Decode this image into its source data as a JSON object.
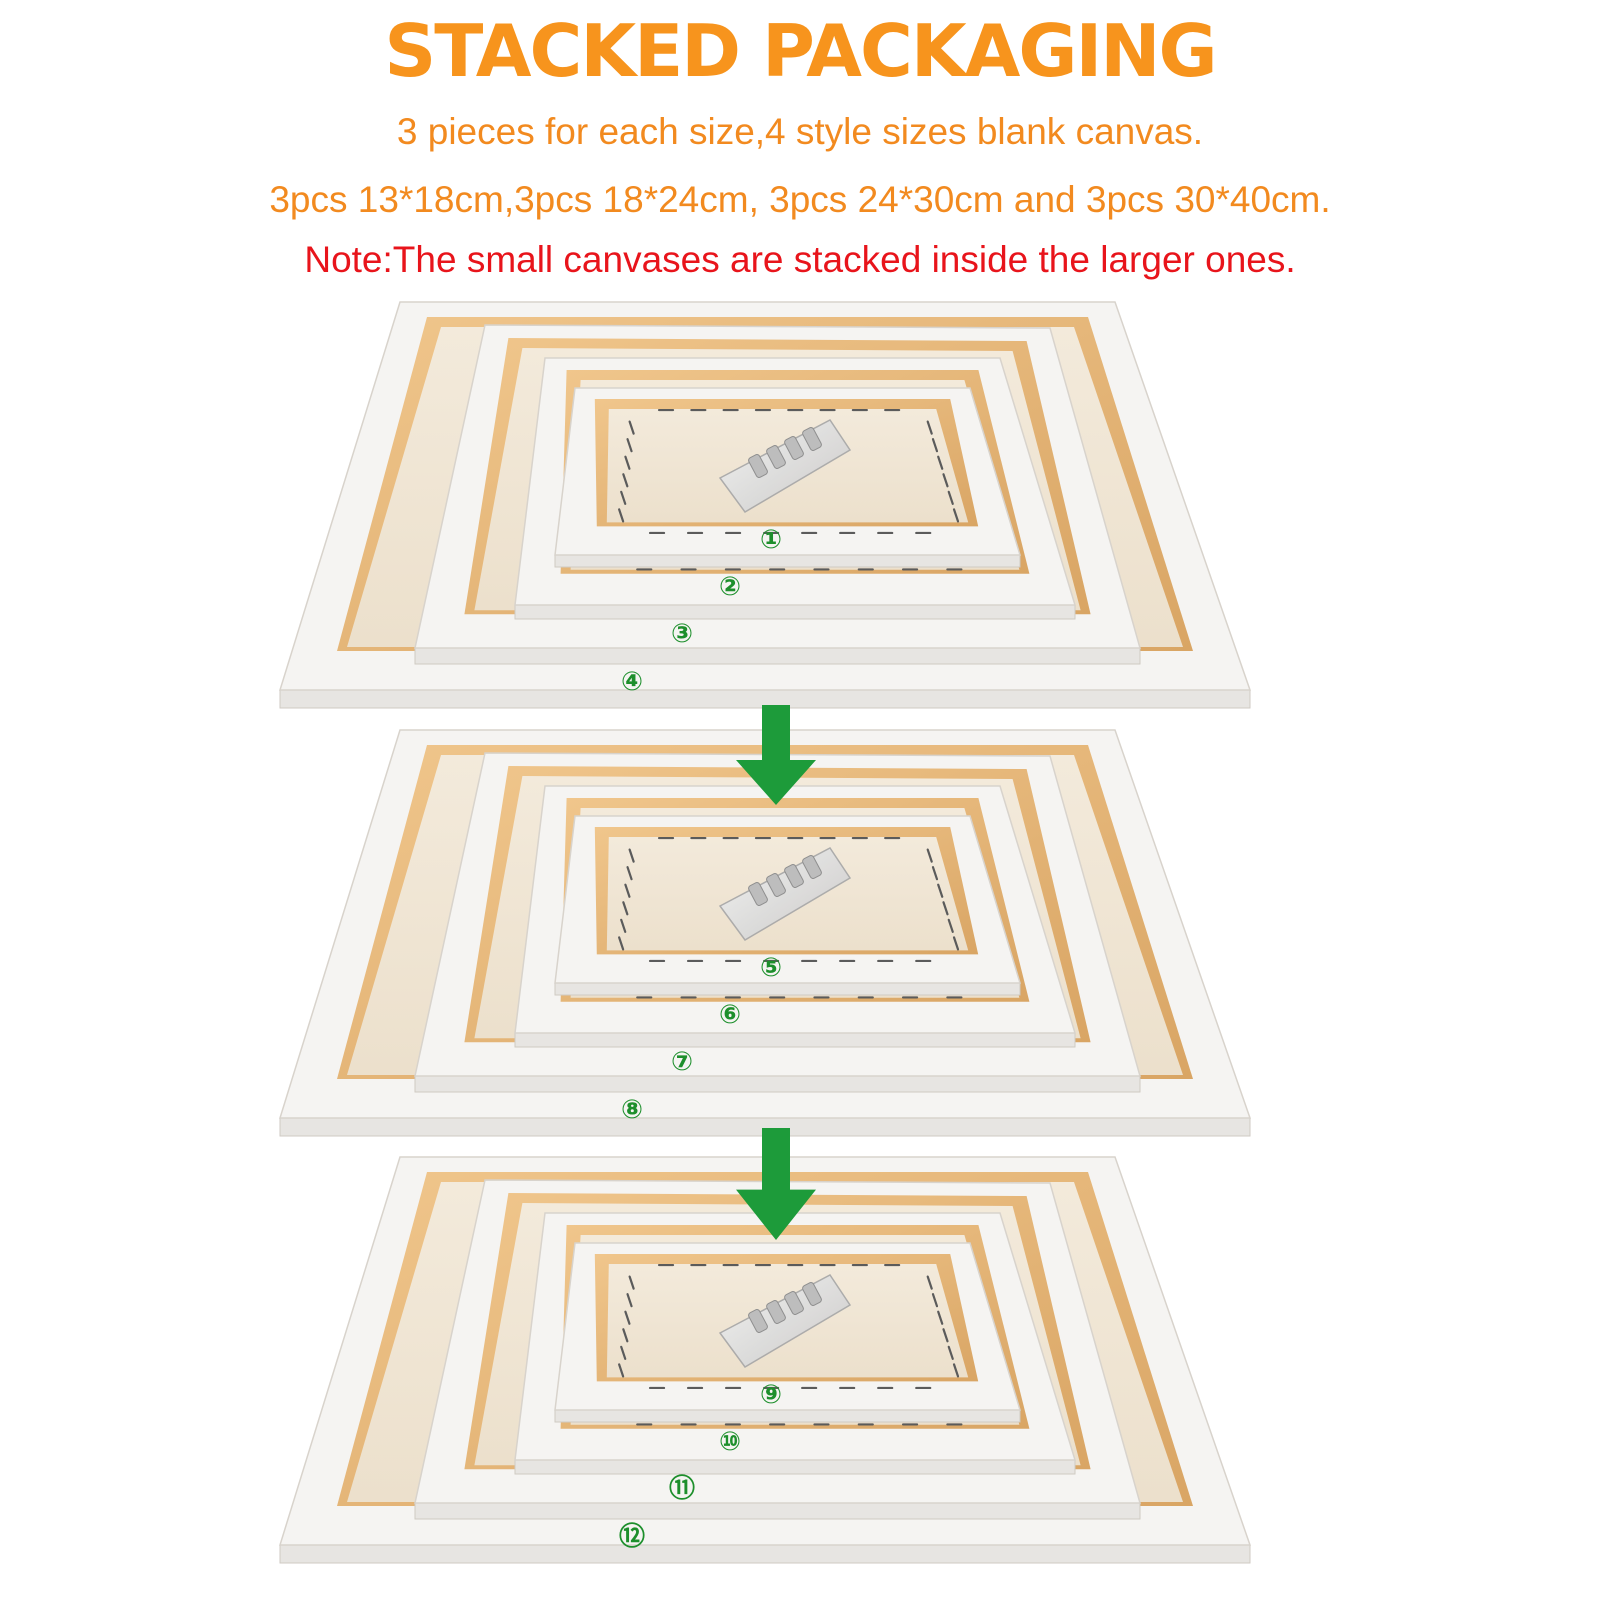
{
  "heading": {
    "title": "STACKED PACKAGING",
    "line1": "3 pieces for each size,4 style sizes blank canvas.",
    "line2": "3pcs 13*18cm,3pcs 18*24cm, 3pcs 24*30cm and 3pcs 30*40cm.",
    "note": "Note:The small canvases are stacked inside the larger ones."
  },
  "colors": {
    "title": "#f7941d",
    "subtitle": "#f28a1f",
    "note": "#e8141b",
    "arrow": "#1d9b3a",
    "label": "#1d8f2c",
    "canvas_white": "#f5f4f2",
    "wood": "#e6b57a",
    "canvas_back": "#f1e7d6"
  },
  "stacks": [
    {
      "labels": [
        "①",
        "②",
        "③",
        "④"
      ]
    },
    {
      "labels": [
        "⑤",
        "⑥",
        "⑦",
        "⑧"
      ]
    },
    {
      "labels": [
        "⑨",
        "⑩",
        "⑪",
        "⑫"
      ]
    }
  ],
  "icons": [
    "down-arrow-icon",
    "down-arrow-icon",
    "hanging-hardware-bag-icon"
  ]
}
